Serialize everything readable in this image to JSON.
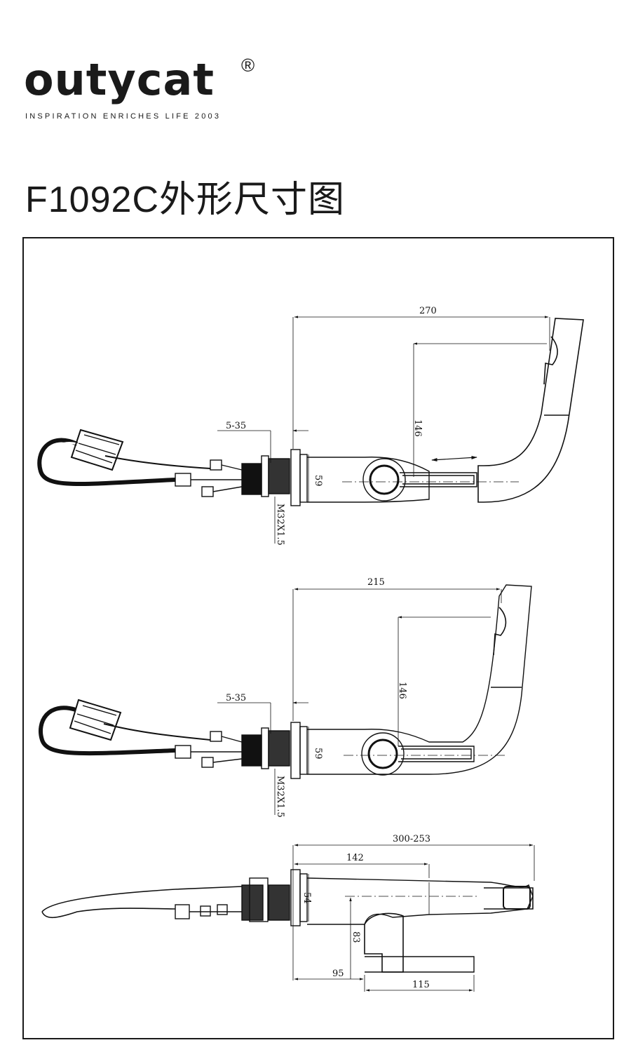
{
  "brand": {
    "name": "outycat",
    "registered_mark": "®",
    "tagline": "INSPIRATION ENRICHES LIFE 2003"
  },
  "title": "F1092C外形尺寸图",
  "views": {
    "top": {
      "length": "270",
      "height": "146",
      "deck_thickness": "5-35",
      "base_height": "59",
      "thread": "M32X1.5"
    },
    "middle": {
      "length": "215",
      "height": "146",
      "deck_thickness": "5-35",
      "base_height": "59",
      "thread": "M32X1.5"
    },
    "bottom": {
      "reach_range": "300-253",
      "reach": "142",
      "base_height": "54",
      "handle_height": "83",
      "handle_offset": "95",
      "handle_length": "115"
    }
  },
  "colors": {
    "line": "#111111",
    "frame": "#1a1a1a"
  }
}
